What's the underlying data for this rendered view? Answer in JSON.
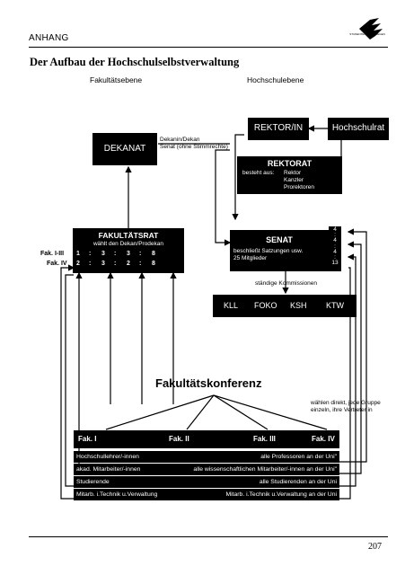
{
  "header": {
    "section": "ANHANG",
    "logo_text": "STUDENTENWERK SIEGEN"
  },
  "title": "Der Aufbau der Hochschulselbstverwaltung",
  "levels": {
    "left": "Fakultätsebene",
    "right": "Hochschulebene"
  },
  "boxes": {
    "dekanat": "DEKANAT",
    "dekanat_note_1": "Dekanin/Dekan",
    "dekanat_note_2": "Senat (ohne Stimmrechte)",
    "rektor": "REKTOR/IN",
    "hochschulrat": "Hochschulrat",
    "rektorat": "REKTORAT",
    "rektorat_consists": "besteht aus:",
    "rektorat_members": [
      "Rektor",
      "Kanzler",
      "Prorektoren"
    ],
    "fakultaetsrat": "FAKULTÄTSRAT",
    "fakultaetsrat_sub": "wählt den Dekan/Prodekan",
    "fak_rows": [
      {
        "label": "Fak. I-III",
        "values": [
          "1",
          ":",
          "3",
          ":",
          "3",
          ":",
          "8"
        ]
      },
      {
        "label": "Fak. IV",
        "values": [
          "2",
          ":",
          "3",
          ":",
          "2",
          ":",
          "8"
        ]
      }
    ],
    "senat": "SENAT",
    "senat_sub_1": "beschließt Satzungen usw.",
    "senat_sub_2": "25 Mitglieder",
    "senat_counts": [
      "4",
      ":",
      "4",
      ":",
      "4",
      ":",
      "13"
    ],
    "kommissionen": "ständige Kommissionen",
    "commissions": [
      "KLL",
      "FOKO",
      "KSH",
      "KTW"
    ]
  },
  "konferenz": {
    "title": "Fakultätskonferenz",
    "note_1": "wählen direkt, jede Gruppe",
    "note_2": "einzeln, ihre Vertreter in",
    "faculties": [
      "Fak. I",
      "Fak. II",
      "Fak. III",
      "Fak. IV"
    ],
    "rows": [
      {
        "left": "Hochschullehrer/-innen",
        "right": "alle Professoren an der Uni\""
      },
      {
        "left": "akad. Mitarbeiter/-innen",
        "right": "alle wissenschaftlichen Mitarbeiter/-innen an der Uni\""
      },
      {
        "left": "Studierende",
        "right": "alle Studierenden an der Uni"
      },
      {
        "left": "Mitarb. i.Technik u.Verwaltung",
        "right": "Mitarb. i.Technik u.Verwaltung an der Uni"
      }
    ]
  },
  "footer": {
    "page_number": "207"
  }
}
